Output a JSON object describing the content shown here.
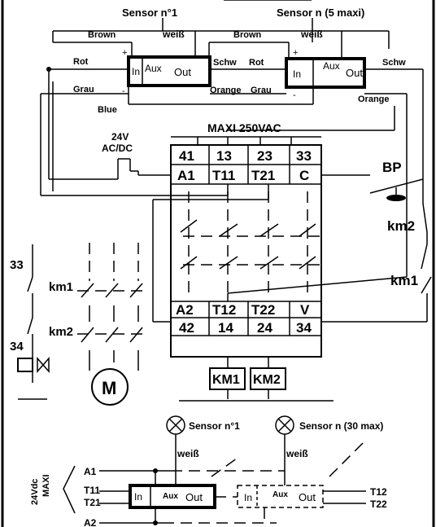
{
  "top_sensors": {
    "sensor1_title": "Sensor n°1",
    "sensorn_title": "Sensor n (5 maxi)",
    "brown": "Brown",
    "weiss": "weiß",
    "rot": "Rot",
    "schw": "Schw",
    "grau": "Grau",
    "orange": "Orange",
    "blue": "Blue",
    "in": "In",
    "aux": "Aux",
    "out": "Out",
    "plus": "+",
    "minus": "-"
  },
  "module": {
    "title": "MAXI 250VAC",
    "supply": "24V",
    "supply2": "AC/DC",
    "top_numbers": [
      "41",
      "13",
      "23",
      "33"
    ],
    "top_terms": [
      "A1",
      "T11",
      "T21",
      "C"
    ],
    "bottom_terms": [
      "A2",
      "T12",
      "T22",
      "V"
    ],
    "bottom_numbers": [
      "42",
      "14",
      "24",
      "34"
    ],
    "outputs": [
      "KM1",
      "KM2"
    ]
  },
  "right_circuit": {
    "bp": "BP",
    "km2": "km2",
    "km1": "km1"
  },
  "left_circuit": {
    "n33": "33",
    "n34": "34",
    "km1": "km1",
    "km2": "km2",
    "motor": "M"
  },
  "bottom_circuit": {
    "sensor1_title": "Sensor n°1",
    "sensorn_title": "Sensor n (30 max)",
    "weiss": "weiß",
    "side_label1": "24Vdc",
    "side_label2": "MAXI",
    "a1": "A1",
    "t11": "T11",
    "t21": "T21",
    "a2": "A2",
    "t12": "T12",
    "t22": "T22",
    "in": "In",
    "aux": "Aux",
    "out": "Out"
  }
}
